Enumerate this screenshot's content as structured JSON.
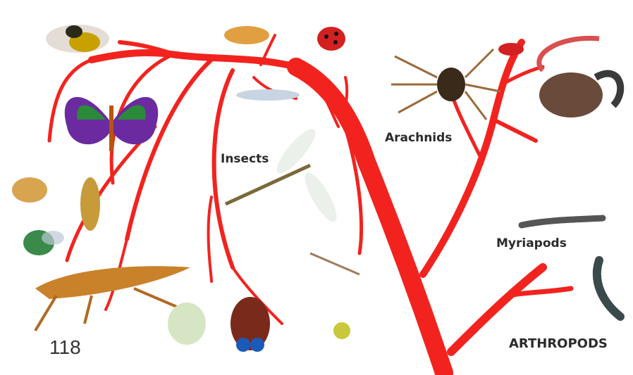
{
  "page_number": "118",
  "labels": {
    "insects": "Insects",
    "arachnids": "Arachnids",
    "myriapods": "Myriapods",
    "arthropods": "ARTHROPODS"
  },
  "colors": {
    "branch": "#f2231f",
    "background": "#ffffff",
    "text": "#2b2b2b"
  },
  "illustrations": [
    "bumblebee",
    "butterfly",
    "flea",
    "earwig",
    "housefly",
    "grasshopper",
    "louse",
    "ladybug",
    "silverfish",
    "dragonfly",
    "aphid",
    "stink-bug",
    "mayfly",
    "small-spider",
    "spider",
    "mite",
    "scorpion",
    "millipede",
    "centipede"
  ]
}
